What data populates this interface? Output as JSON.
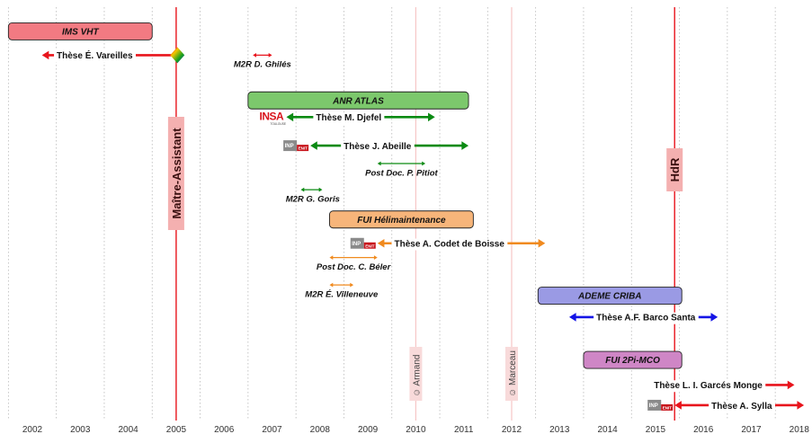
{
  "years": [
    "2002",
    "2003",
    "2004",
    "2005",
    "2006",
    "2007",
    "2008",
    "2009",
    "2010",
    "2011",
    "2012",
    "2013",
    "2014",
    "2015",
    "2016",
    "2017",
    "2018"
  ],
  "colors": {
    "red": "#e8141c",
    "green": "#0a8a12",
    "orange": "#f08a1e",
    "blue": "#1414e6",
    "milestone_box": "#f4b0b0",
    "milestone_line": "#e8141c",
    "ims_fill": "#f27a82",
    "atlas_fill": "#7cc86c",
    "heli_fill": "#f7b57a",
    "criba_fill": "#9a9ae4",
    "pi_fill": "#cf86c6"
  },
  "milestones": [
    {
      "label": "Maître-Assistant",
      "x": 2005.0
    },
    {
      "label": "HdR",
      "x": 2015.4
    }
  ],
  "births": [
    {
      "label": "☺ Armand",
      "x": 2010.0
    },
    {
      "label": "☺ Marceau",
      "x": 2012.0
    }
  ],
  "projects": [
    {
      "label": "IMS VHT",
      "start": 2001.5,
      "end": 2004.5,
      "row": 0.6,
      "color": "#f27a82"
    },
    {
      "label": "ANR ATLAS",
      "start": 2006.5,
      "end": 2011.1,
      "row": 3.5,
      "color": "#7cc86c"
    },
    {
      "label": "FUI Hélimaintenance",
      "start": 2008.2,
      "end": 2011.2,
      "row": 8.5,
      "color": "#f7b57a"
    },
    {
      "label": "ADEME CRIBA",
      "start": 2012.55,
      "end": 2015.55,
      "row": 11.7,
      "color": "#9a9ae4"
    },
    {
      "label": "FUI 2Pi-MCO",
      "start": 2013.5,
      "end": 2015.55,
      "row": 14.4,
      "color": "#cf86c6"
    }
  ],
  "arrows": [
    {
      "label": "Thèse É. Vareilles",
      "start": 2002.2,
      "end": 2005.1,
      "row": 1.6,
      "color": "#e8141c",
      "thick": true,
      "label_x": 2003.3,
      "logo": "ims"
    },
    {
      "label": "M2R D. Ghilés",
      "start": 2006.6,
      "end": 2007.0,
      "row": 1.6,
      "color": "#e8141c",
      "thick": false,
      "label_x": 2006.8,
      "label_row": 1.95
    },
    {
      "label": "Thèse M. Djefel",
      "start": 2007.3,
      "end": 2010.4,
      "row": 4.2,
      "color": "#0a8a12",
      "thick": true,
      "label_x": 2008.6,
      "logo": "insa"
    },
    {
      "label": "Thèse J. Abeille",
      "start": 2007.8,
      "end": 2011.1,
      "row": 5.4,
      "color": "#0a8a12",
      "thick": true,
      "label_x": 2009.2,
      "logo": "inp"
    },
    {
      "label": "Post Doc. P. Pitiot",
      "start": 2009.2,
      "end": 2010.2,
      "row": 6.15,
      "color": "#0a8a12",
      "thick": false,
      "label_x": 2009.7,
      "label_row": 6.5
    },
    {
      "label": "M2R G. Goris",
      "start": 2007.6,
      "end": 2008.05,
      "row": 7.25,
      "color": "#0a8a12",
      "thick": false,
      "label_x": 2007.85,
      "label_row": 7.6
    },
    {
      "label": "Thèse A. Codet de Boisse",
      "start": 2009.2,
      "end": 2012.7,
      "row": 9.5,
      "color": "#f08a1e",
      "thick": true,
      "label_x": 2010.7,
      "logo": "inp"
    },
    {
      "label": "Post Doc. C. Béler",
      "start": 2008.2,
      "end": 2009.2,
      "row": 10.1,
      "color": "#f08a1e",
      "thick": false,
      "label_x": 2008.7,
      "label_row": 10.45
    },
    {
      "label": "M2R É. Villeneuve",
      "start": 2008.2,
      "end": 2008.7,
      "row": 11.25,
      "color": "#f08a1e",
      "thick": false,
      "label_x": 2008.45,
      "label_row": 11.6
    },
    {
      "label": "Thèse A.F. Barco Santa",
      "start": 2013.2,
      "end": 2016.3,
      "row": 12.6,
      "color": "#1414e6",
      "thick": true,
      "label_x": 2014.8
    },
    {
      "label": "Thèse L. I. Garcés Monge",
      "start": 2015.2,
      "end": 2017.9,
      "row": 15.45,
      "color": "#e8141c",
      "thick": true,
      "label_x": 2016.1
    },
    {
      "label": "Thèse A. Sylla",
      "start": 2015.4,
      "end": 2018.1,
      "row": 16.3,
      "color": "#e8141c",
      "thick": true,
      "label_x": 2016.8,
      "logo": "inp"
    }
  ],
  "logos": {
    "insa": {
      "text": "INSA",
      "sub": "TOULOUSE"
    },
    "inp": {
      "text": "INP",
      "sub": "ENIT"
    }
  }
}
